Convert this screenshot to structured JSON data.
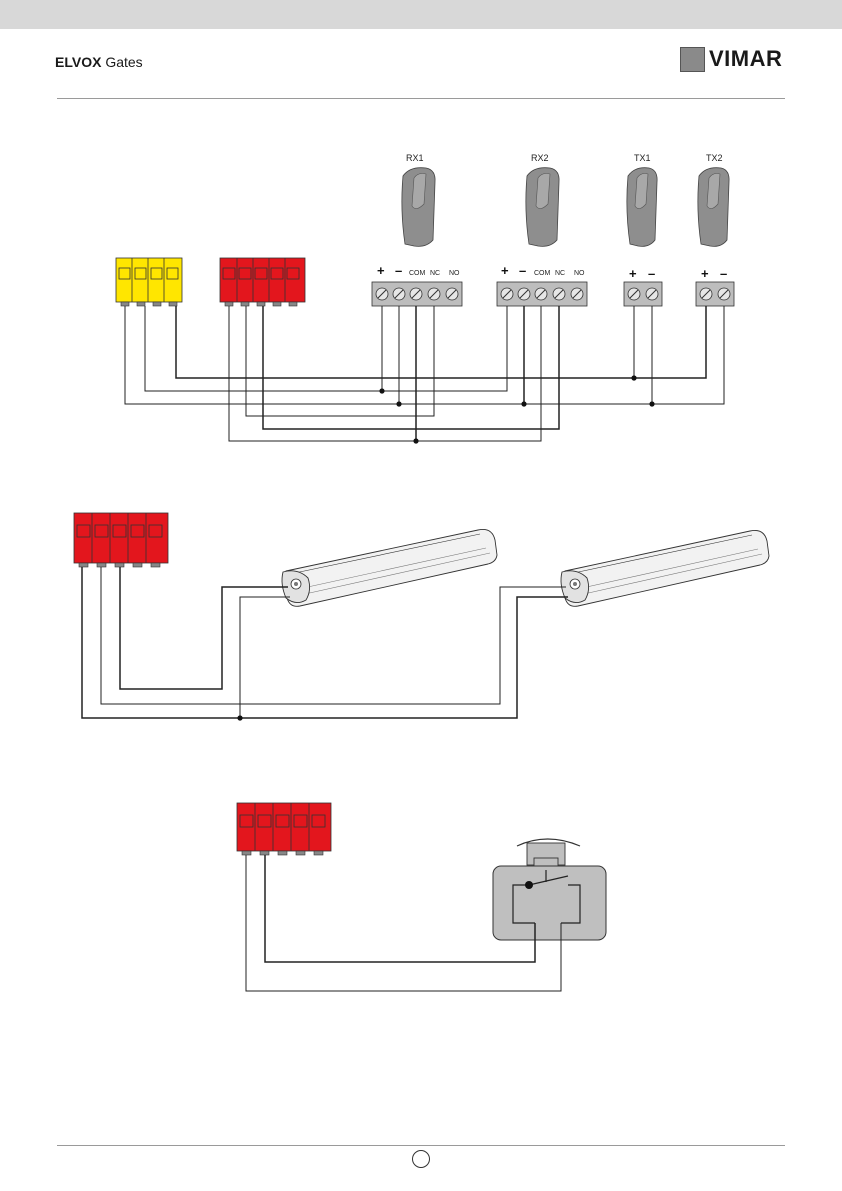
{
  "header": {
    "brand_bold": "ELVOX",
    "brand_regular": "Gates",
    "logo_text": "VIMAR",
    "logo_icon": "vimar-logo-icon"
  },
  "diagram1": {
    "devices": [
      "RX1",
      "RX2",
      "TX1",
      "TX2"
    ],
    "rx_terminals": [
      "+",
      "–",
      "COM",
      "NC",
      "NO"
    ],
    "tx_terminals": [
      "+",
      "–"
    ],
    "connector_colors": {
      "yellow": "#ffe600",
      "red": "#e3161d"
    }
  },
  "colors": {
    "terminal_gray": "#bdbdbd",
    "photocell_gray": "#8e8e8e",
    "switch_gray": "#bfbfbf",
    "wire": "#222222"
  }
}
